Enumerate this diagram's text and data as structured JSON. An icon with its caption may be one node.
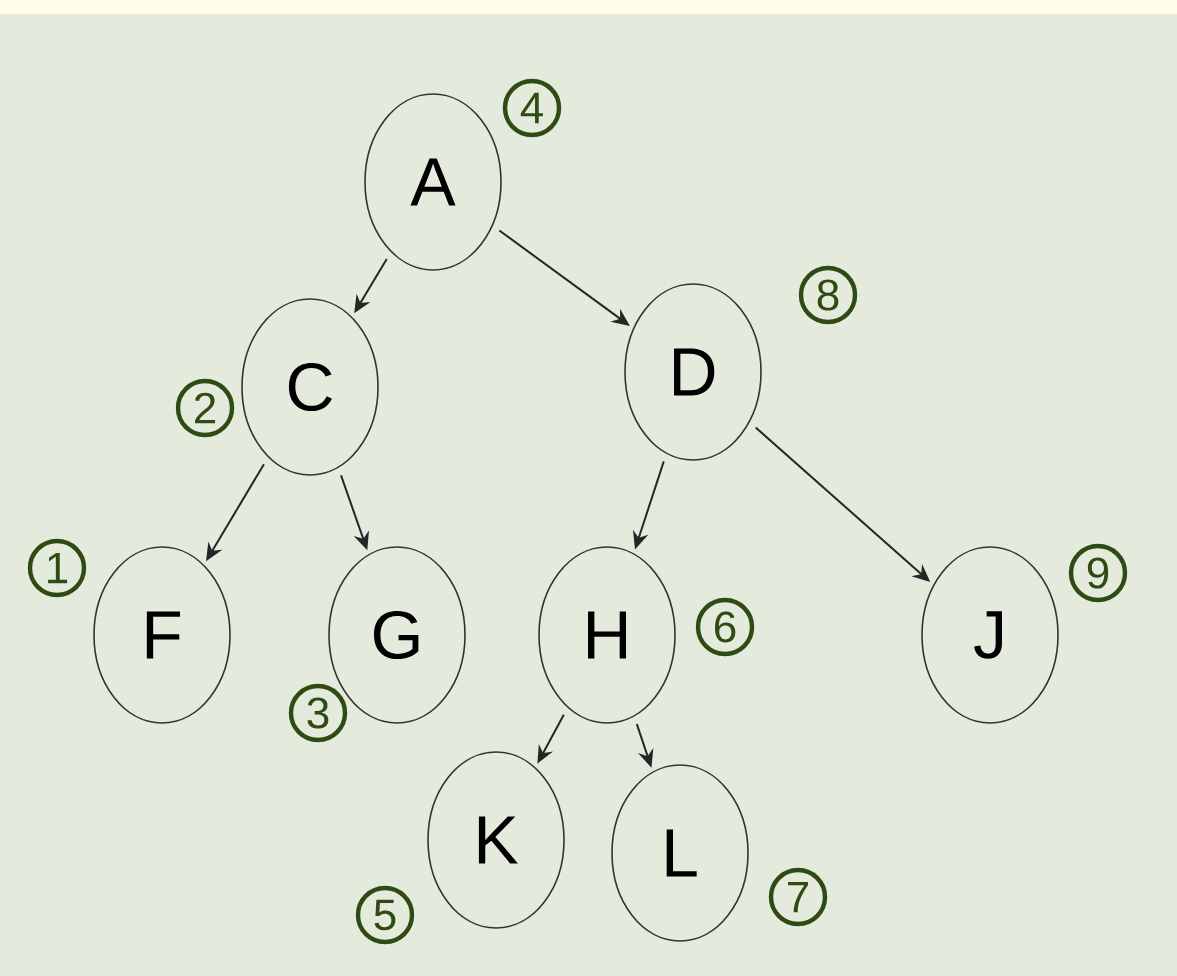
{
  "diagram": {
    "nodes": [
      {
        "text": [
          "A"
        ],
        "beside": [
          "4"
        ]
      },
      {
        "text": [
          "C"
        ],
        "beside": [
          "2"
        ]
      },
      {
        "text": [
          "D"
        ],
        "beside": [
          "8"
        ]
      },
      {
        "text": [
          "F"
        ],
        "beside": [
          "1"
        ]
      },
      {
        "text": [
          "G"
        ],
        "beside": [
          "3"
        ]
      },
      {
        "text": [
          "H"
        ],
        "beside": [
          "6"
        ]
      },
      {
        "text": [
          "J"
        ],
        "beside": [
          "9"
        ]
      },
      {
        "text": [
          "K"
        ],
        "beside": [
          "5"
        ]
      },
      {
        "text": [
          "L"
        ],
        "beside": [
          "7"
        ]
      }
    ],
    "edges": [
      {
        "from": 0,
        "to": 1,
        "arrow": "to"
      },
      {
        "from": 0,
        "to": 2,
        "arrow": "to"
      },
      {
        "from": 1,
        "to": 3,
        "arrow": "to"
      },
      {
        "from": 1,
        "to": 4,
        "arrow": "to"
      },
      {
        "from": 2,
        "to": 5,
        "arrow": "to"
      },
      {
        "from": 2,
        "to": 6,
        "arrow": "to"
      },
      {
        "from": 5,
        "to": 7,
        "arrow": "to"
      },
      {
        "from": 5,
        "to": 8,
        "arrow": "to"
      }
    ]
  }
}
